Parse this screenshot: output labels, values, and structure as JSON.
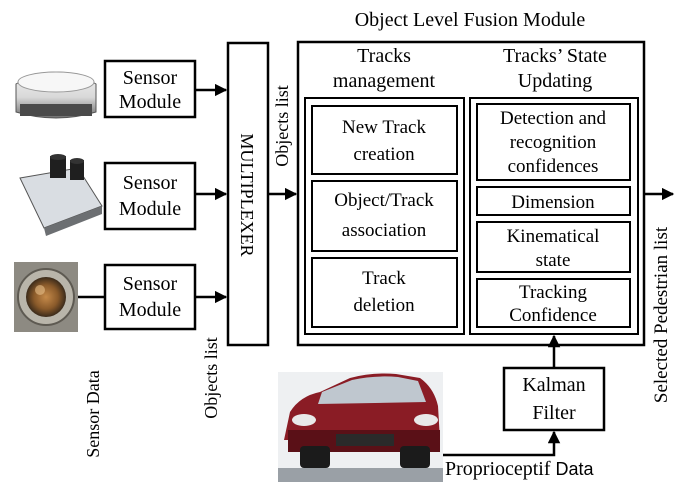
{
  "module_title": "Object Level Fusion Module",
  "sensors": [
    {
      "label_line1": "Sensor",
      "label_line2": "Module",
      "image": "laser-scanner-image"
    },
    {
      "label_line1": "Sensor",
      "label_line2": "Module",
      "image": "radar-sensor-image"
    },
    {
      "label_line1": "Sensor",
      "label_line2": "Module",
      "image": "camera-lens-image"
    }
  ],
  "sensor_data_label": "Sensor Data",
  "objects_list_label": "Objects list",
  "multiplexer_label": "MULTIPLEXER",
  "multiplexer_output_label": "Objects list",
  "tracks_management": {
    "title_line1": "Tracks",
    "title_line2": "management",
    "items": [
      {
        "line1": "New Track",
        "line2": "creation"
      },
      {
        "line1": "Object/Track",
        "line2": "association"
      },
      {
        "line1": "Track",
        "line2": "deletion"
      }
    ]
  },
  "tracks_state": {
    "title_line1": "Tracks’ State",
    "title_line2": "Updating",
    "items": [
      {
        "lines": [
          "Detection and",
          "recognition",
          "confidences"
        ]
      },
      {
        "lines": [
          "Dimension"
        ]
      },
      {
        "lines": [
          "Kinematical",
          "state"
        ]
      },
      {
        "lines": [
          "Tracking",
          "Confidence"
        ]
      }
    ]
  },
  "kalman_filter": {
    "line1": "Kalman",
    "line2": "Filter"
  },
  "proprioceptive_label": "Proprioceptif",
  "proprioceptive_data_label": "Data",
  "output_label": "Selected Pedestrian list",
  "colors": {
    "line": "#000000",
    "background": "#ffffff",
    "car_body": "#8a1c25"
  }
}
